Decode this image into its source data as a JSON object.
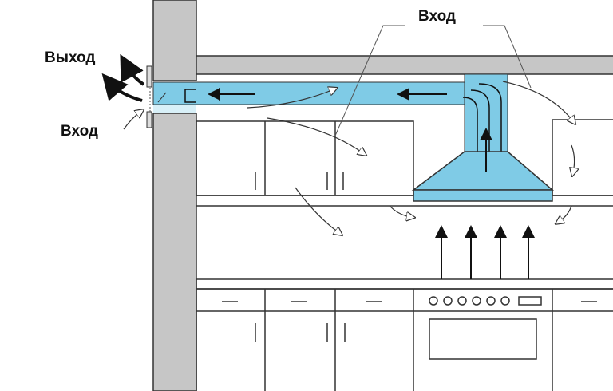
{
  "labels": {
    "exit_left": "Выход",
    "inlet_left": "Вход",
    "inlet_top": "Вход"
  },
  "colors": {
    "duct": "#7fcbe6",
    "wall": "#c6c6c6",
    "outline": "#333333"
  }
}
